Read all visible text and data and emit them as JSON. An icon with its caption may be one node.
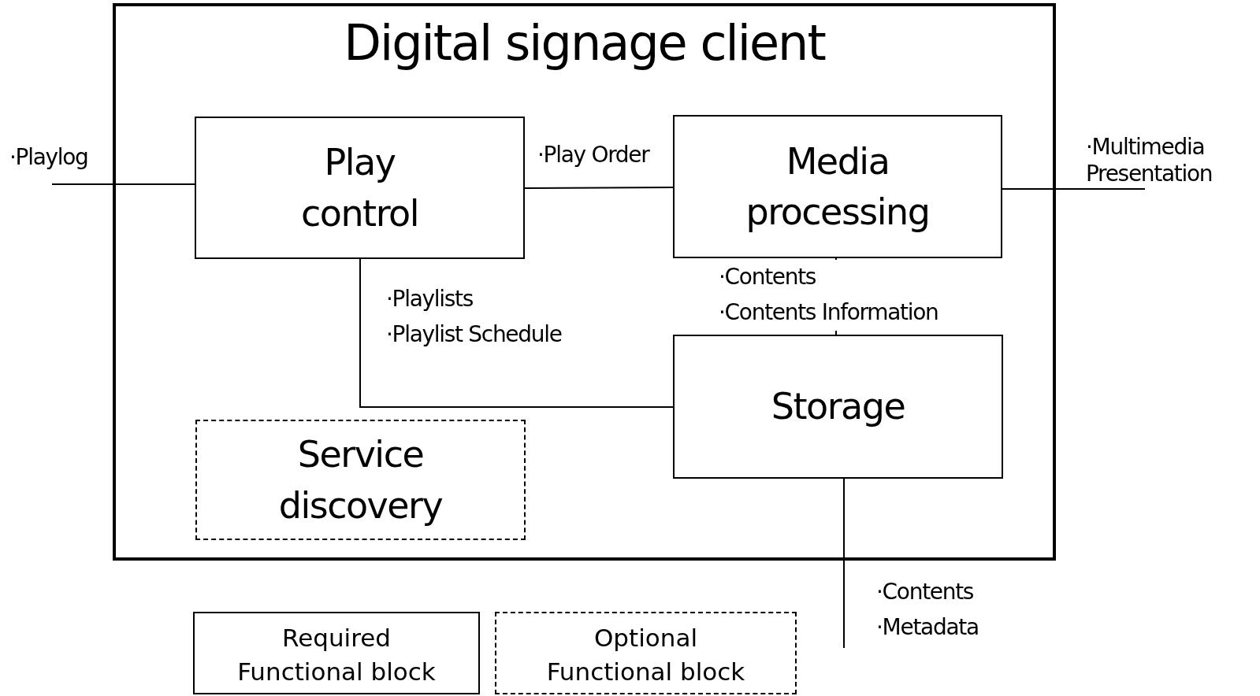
{
  "diagram": {
    "nodes": [
      {
        "text": [
          "Digital signage client"
        ]
      },
      {
        "text": [
          "Play control"
        ],
        "in": 0
      },
      {
        "text": [
          "Media processing"
        ],
        "in": 0
      },
      {
        "text": [
          "Storage"
        ],
        "in": 0
      },
      {
        "text": [
          "Service discovery"
        ],
        "in": 0
      }
    ],
    "edges": [
      {
        "from": null,
        "to": 1,
        "arrow": "none",
        "label": "·Playlog"
      },
      {
        "from": 1,
        "to": 2,
        "arrow": "none",
        "label": "·Play Order"
      },
      {
        "from": 2,
        "to": null,
        "arrow": "none",
        "label": "·Multimedia Presentation"
      },
      {
        "from": 1,
        "to": 3,
        "arrow": "none",
        "label": "·Playlists ·Playlist Schedule"
      },
      {
        "from": 2,
        "to": 3,
        "arrow": "none",
        "label": "·Contents ·Contents Information"
      },
      {
        "from": 3,
        "to": null,
        "arrow": "none",
        "label": "·Contents ·Metadata"
      }
    ],
    "legend": [
      {
        "text": "Required Functional block"
      },
      {
        "text": "Optional Functional block"
      }
    ]
  }
}
